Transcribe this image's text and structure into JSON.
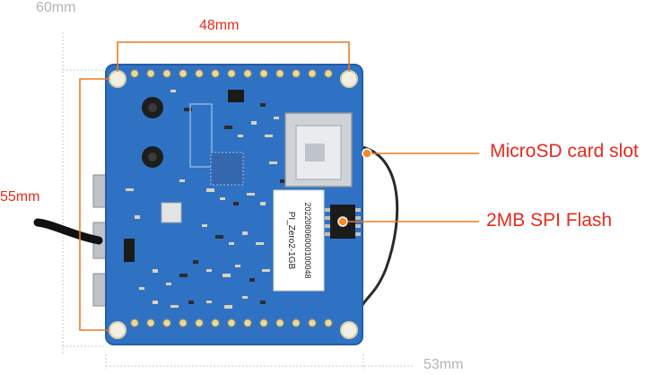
{
  "dimensions": {
    "total_height": "60mm",
    "hole_spacing_horizontal": "48mm",
    "hole_spacing_vertical": "55mm",
    "total_width": "53mm"
  },
  "callouts": {
    "microsd": "MicroSD card slot",
    "flash": "2MB SPI Flash"
  },
  "board": {
    "sticker_line1": "PI_Zero2-1GB",
    "sticker_line2": "20220806000100048"
  },
  "colors": {
    "board": "#2f72c4",
    "accent": "#e8291c",
    "dim_gray": "#b4b4b4",
    "measure": "#ef7a1f"
  }
}
